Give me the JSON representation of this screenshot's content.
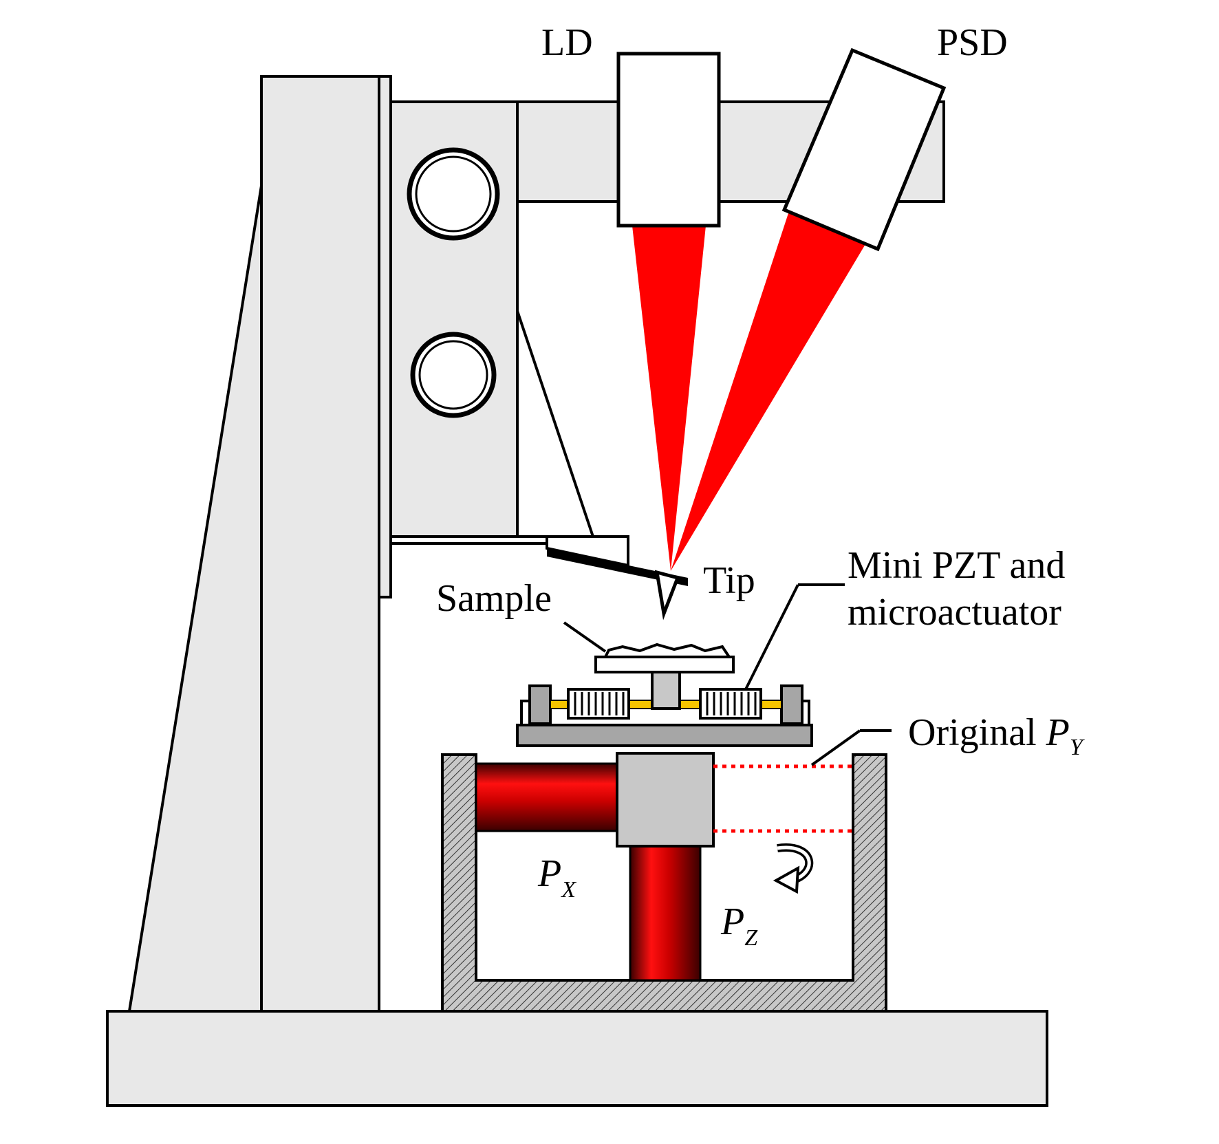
{
  "labels": {
    "ld": "LD",
    "psd": "PSD",
    "tip": "Tip",
    "sample": "Sample",
    "pzt_line1": "Mini PZT and",
    "pzt_line2": "microactuator",
    "original_prefix": "Original ",
    "original_symbol": "P",
    "original_sub": "Y",
    "px_symbol": "P",
    "px_sub": "X",
    "pz_symbol": "P",
    "pz_sub": "Z"
  },
  "colors": {
    "frame_fill": "#e8e8e8",
    "outline": "#000000",
    "laser_red": "#ff0000",
    "piezo_dark_red": "#7a0000",
    "stage_gray": "#a6a6a6",
    "block_gray": "#c8c8c8",
    "screw_yellow": "#f5c400"
  },
  "icons": {
    "rotation_arrow": "rotation-arrow-icon"
  }
}
